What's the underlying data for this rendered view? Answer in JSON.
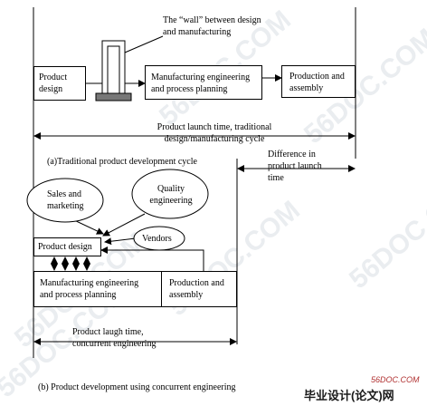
{
  "top": {
    "wall_label": "The “wall” between design\nand manufacturing",
    "box_design": "Product\ndesign",
    "box_mfg": "Manufacturing engineering\nand process planning",
    "box_prod": "Production and\nassembly",
    "launch_label": "Product launch time, traditional\ndesign/manufacturing cycle",
    "caption": "(a)Traditional product development cycle",
    "difference": "Difference in\nproduct launch\ntime"
  },
  "bottom": {
    "sales": "Sales and\nmarketing",
    "quality": "Quality\nengineering",
    "vendors": "Vendors",
    "design": "Product design",
    "mfg": "Manufacturing engineering\nand process planning",
    "prod": "Production and\nassembly",
    "launch_label": "Product laugh time,\nconcurrent engineering",
    "caption": "(b) Product development using concurrent engineering"
  },
  "watermark": {
    "text": "56DOC.COM",
    "site": "56DOC.COM",
    "brand": "毕业设计(论文)网"
  }
}
